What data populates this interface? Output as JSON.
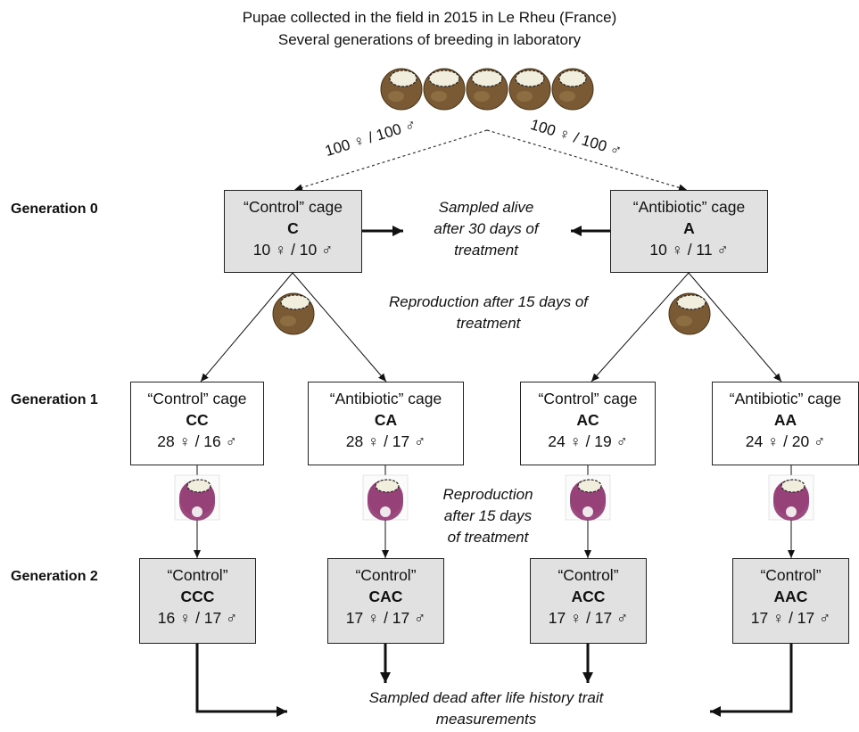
{
  "header": {
    "line1": "Pupae collected in the field in 2015 in Le Rheu (France)",
    "line2": "Several generations of breeding in laboratory"
  },
  "initial_split": {
    "left": "100 ♀ / 100 ♂",
    "right": "100 ♀ / 100 ♂"
  },
  "generations": {
    "gen0": "Generation 0",
    "gen1": "Generation 1",
    "gen2": "Generation 2"
  },
  "gen0": {
    "c": {
      "title": "“Control” cage",
      "code": "C",
      "count": "10 ♀ / 10 ♂"
    },
    "a": {
      "title": "“Antibiotic” cage",
      "code": "A",
      "count": "10 ♀ / 11 ♂"
    }
  },
  "gen1": {
    "cc": {
      "title": "“Control” cage",
      "code": "CC",
      "count": "28 ♀ / 16 ♂"
    },
    "ca": {
      "title": "“Antibiotic” cage",
      "code": "CA",
      "count": "28 ♀ / 17 ♂"
    },
    "ac": {
      "title": "“Control” cage",
      "code": "AC",
      "count": "24 ♀ / 19 ♂"
    },
    "aa": {
      "title": "“Antibiotic” cage",
      "code": "AA",
      "count": "24 ♀ / 20 ♂"
    }
  },
  "gen2": {
    "ccc": {
      "title": "“Control”",
      "code": "CCC",
      "count": "16 ♀ / 17 ♂"
    },
    "cac": {
      "title": "“Control”",
      "code": "CAC",
      "count": "17 ♀ / 17 ♂"
    },
    "acc": {
      "title": "“Control”",
      "code": "ACC",
      "count": "17 ♀ / 17 ♂"
    },
    "aac": {
      "title": "“Control”",
      "code": "AAC",
      "count": "17 ♀ / 17 ♂"
    }
  },
  "notes": {
    "sampled_alive": [
      "Sampled alive",
      "after 30 days of",
      "treatment"
    ],
    "repro_gen0": [
      "Reproduction after 15 days of",
      "treatment"
    ],
    "repro_gen1": [
      "Reproduction",
      "after 15 days",
      "of treatment"
    ],
    "sampled_dead": [
      "Sampled dead after life history trait",
      "measurements"
    ]
  },
  "icons": {
    "field_turnip": "turnip-with-pupae-icon",
    "lab_turnip": "purple-turnip-with-pupae-icon"
  },
  "colors": {
    "gray_box": "#e1e1e1",
    "turnip_brown": "#8a6a3c",
    "turnip_purple": "#8a2a6a"
  }
}
